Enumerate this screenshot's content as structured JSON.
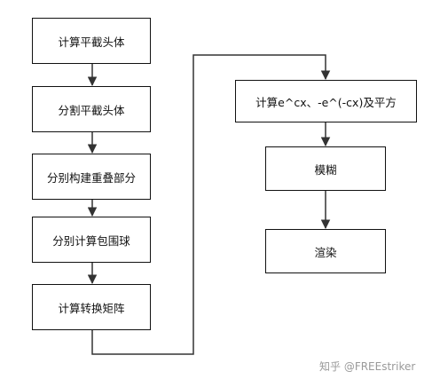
{
  "diagram": {
    "steps_left": [
      "计算平截头体",
      "分割平截头体",
      "分别构建重叠部分",
      "分别计算包围球",
      "计算转换矩阵"
    ],
    "steps_right": [
      "计算e^cx、-e^(-cx)及平方",
      "模糊",
      "渲染"
    ]
  },
  "watermark": "知乎 @FREEstriker",
  "colors": {
    "stroke": "#111111",
    "watermark": "#9a9a9a",
    "background": "#ffffff"
  }
}
